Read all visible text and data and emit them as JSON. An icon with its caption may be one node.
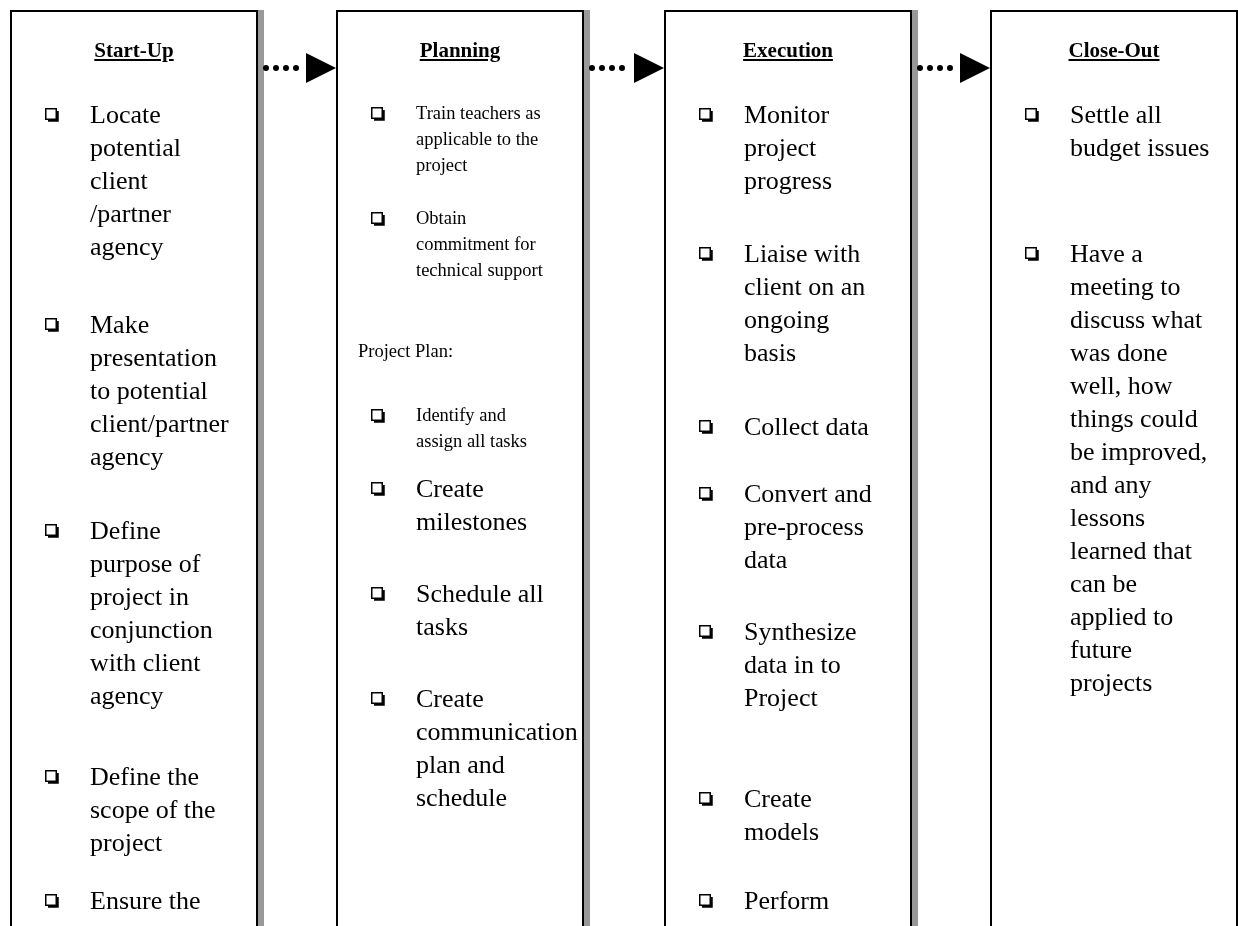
{
  "diagram": {
    "nodes": [
      {
        "text": [
          "Start-Up",
          "Locate potential client /partner agency",
          "Make presentation to potential client/partner agency",
          "Define purpose of project in conjunction with client agency",
          "Define the scope of the project",
          "Ensure the"
        ]
      },
      {
        "text": [
          "Planning",
          "Train teachers as applicable to the project",
          "Obtain commitment for technical support",
          "Project Plan:",
          "Identify and assign all tasks",
          "Create milestones",
          "Schedule all tasks",
          "Create communication plan and schedule"
        ]
      },
      {
        "text": [
          "Execution",
          "Monitor project progress",
          "Liaise with client on an ongoing basis",
          "Collect data",
          "Convert and pre-process data",
          "Synthesize data in to Project",
          "Create models",
          "Perform"
        ]
      },
      {
        "text": [
          "Close-Out",
          "Settle all budget issues",
          "Have a meeting to discuss what was done well, how things could be improved, and any lessons learned that can be applied to future projects"
        ]
      }
    ],
    "edges": [
      {
        "from": 0,
        "to": 1,
        "arrow": "to",
        "style": "dashed"
      },
      {
        "from": 1,
        "to": 2,
        "arrow": "to",
        "style": "dashed"
      },
      {
        "from": 2,
        "to": 3,
        "arrow": "to",
        "style": "dashed"
      }
    ]
  }
}
